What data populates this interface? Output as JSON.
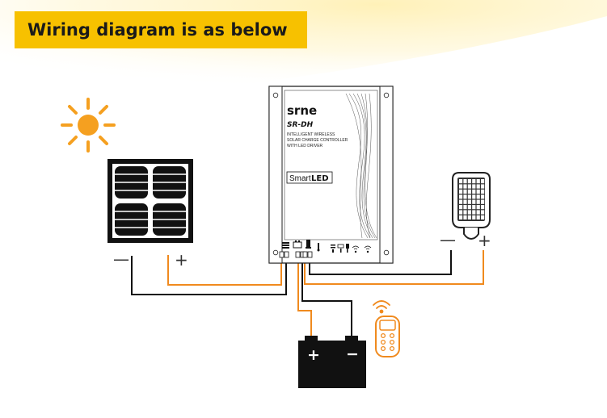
{
  "banner": {
    "title": "Wiring diagram is as below"
  },
  "controller": {
    "brand": "srne",
    "model": "SR-DH",
    "description_lines": [
      "INTELLIGENT WIRELESS",
      "SOLAR CHARGE CONTROLLER",
      "WITH LED DRIVER"
    ],
    "feature_logo": {
      "prefix": "Smart",
      "suffix": "LED"
    }
  },
  "solar_panel": {
    "negative_sign": "—",
    "positive_sign": "+"
  },
  "street_light": {
    "negative_sign": "—",
    "positive_sign": "+"
  },
  "battery": {
    "positive_sign": "+",
    "negative_sign": "−"
  },
  "icons": [
    "sun-icon",
    "solar-panel-icon",
    "street-light-icon",
    "battery-icon",
    "remote-control-icon",
    "wifi-icon"
  ],
  "colors": {
    "banner": "#f7c100",
    "sun": "#f5a020",
    "positive_wire": "#f08a1e",
    "negative_wire": "#111111",
    "remote": "#f08a1e",
    "glow": "#fff1b8"
  }
}
